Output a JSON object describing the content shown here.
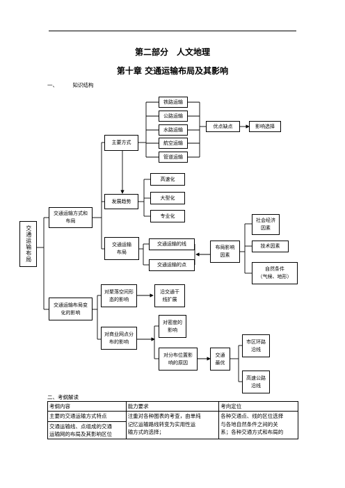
{
  "header": {
    "part_title": "第二部分　人文地理",
    "chapter_title": "第十章  交通运输布局及其影响"
  },
  "section1": {
    "number": "一、",
    "title": "知识结构"
  },
  "diagram": {
    "root": "交通运输布局",
    "branch1": "交通运输方式和布局",
    "branch2": "交通运输布局变化的影响",
    "main_modes": "主要方式",
    "modes": [
      "铁路运输",
      "公路运输",
      "水路运输",
      "航空运输",
      "管道运输"
    ],
    "pros_cons": "优点缺点",
    "affect_choice": "影响选择",
    "trend": "发展趋势",
    "trends": [
      "高速化",
      "大型化",
      "专业化"
    ],
    "layout": "交通运输布局",
    "line_layout": "交通运输的线",
    "point_layout": "交通运输的点",
    "factors": "布局影响因素",
    "factor_social": "社会经济因素",
    "factor_tech": "技术因素",
    "factor_natural": "自然条件",
    "factor_natural_note": "（气候、地形）",
    "settlement": "对聚落空间形态的影响",
    "along_roads": "沿交通干线扩展",
    "commerce": "对商业网点分布的影响",
    "density": "对密度的影响",
    "location": "对分布位置影响的原因",
    "traffic_best": "交通最优",
    "city_ring": "市区环路沿线",
    "highway": "高速公路沿线"
  },
  "section2": {
    "number": "二、",
    "title": "考纲解读"
  },
  "table": {
    "headers": [
      "考纲内容",
      "能力要求",
      "考向定位"
    ],
    "row1": [
      "主要的交通运输方式特点",
      "注重对各种图表的考查，由单纯",
      "各种交通点、线的区位选择"
    ],
    "row2": [
      "交通运输线、点组成的交通",
      "记忆运输路线转变为实用性运",
      "与各地自然条件之间的关"
    ],
    "row3": [
      "运输网的布局及其影响区位",
      "输方式的选择；",
      "系；各种交通方式和布局的"
    ]
  }
}
